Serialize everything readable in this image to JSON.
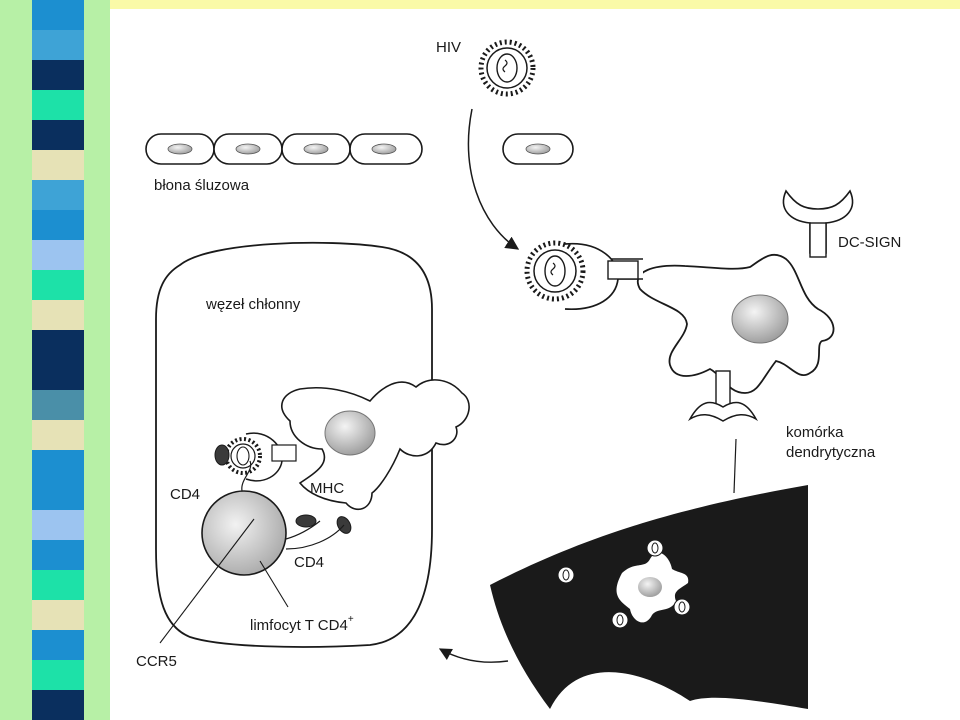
{
  "slide": {
    "stripes": [
      "#1c8fd0",
      "#3ea3d6",
      "#0a2f5e",
      "#1de1a8",
      "#0a2f5e",
      "#e6e2b6",
      "#3ea3d6",
      "#1c8fd0",
      "#9cc4f0",
      "#1de1a8",
      "#e6e2b6",
      "#0a2f5e",
      "#0a2f5e",
      "#4a8fa8",
      "#e6e2b6",
      "#1c8fd0",
      "#1c8fd0",
      "#9cc4f0",
      "#1c8fd0",
      "#1de1a8",
      "#e6e2b6",
      "#1c8fd0",
      "#1de1a8",
      "#0a2f5e"
    ],
    "colors": {
      "sidebar": "#b7f0a6",
      "topbar": "#fafaa8",
      "tissue": "#1a1a1a"
    }
  },
  "labels": {
    "hiv": "HIV",
    "mucosa": "błona śluzowa",
    "dc_sign": "DC-SIGN",
    "lymph_node": "węzeł chłonny",
    "dendritic_1": "komórka",
    "dendritic_2": "dendrytyczna",
    "mhc": "MHC",
    "cd4_top": "CD4",
    "cd4_bottom": "CD4",
    "lymphocyte": "limfocyt T CD4",
    "lymphocyte_sup": "+",
    "ccr5": "CCR5"
  }
}
